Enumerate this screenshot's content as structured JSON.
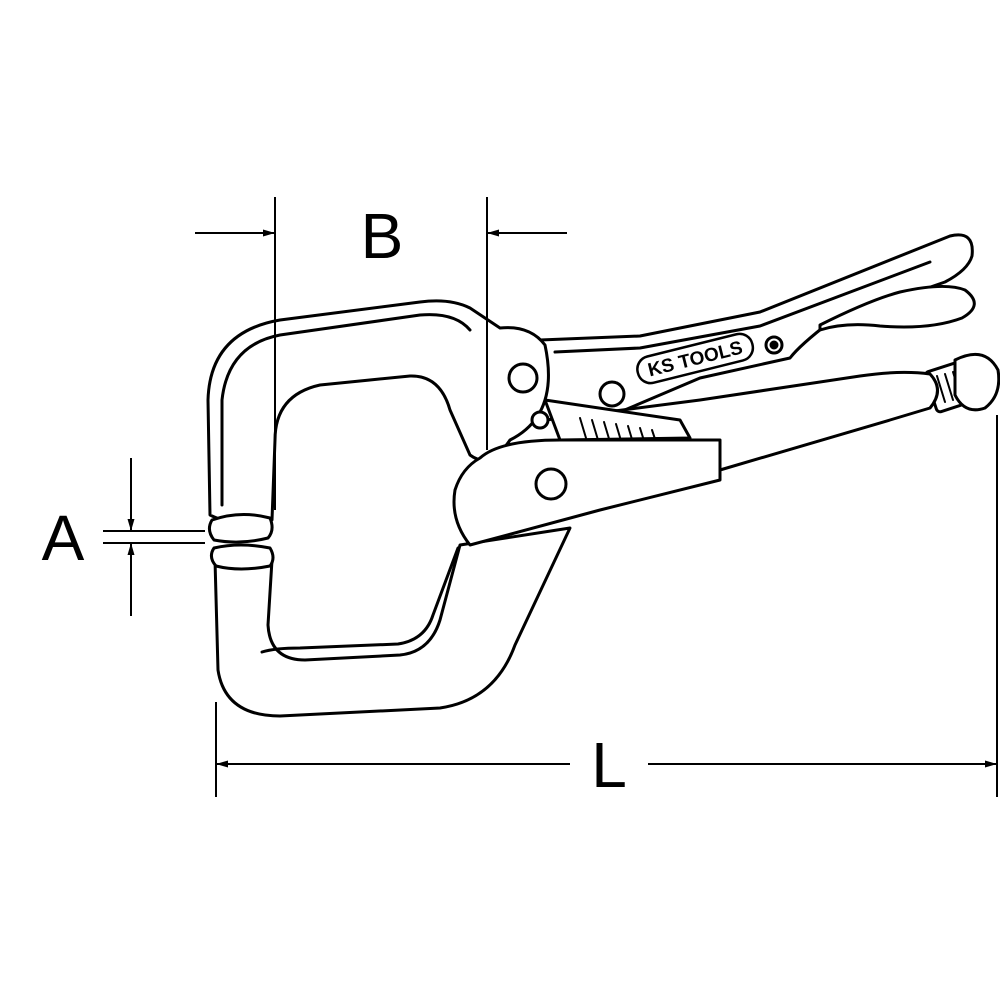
{
  "dimensions": {
    "a_label": "A",
    "b_label": "B",
    "l_label": "L"
  },
  "logo": {
    "brand_name": "KS TOOLS"
  },
  "colors": {
    "line": "#000000",
    "background": "#ffffff"
  }
}
